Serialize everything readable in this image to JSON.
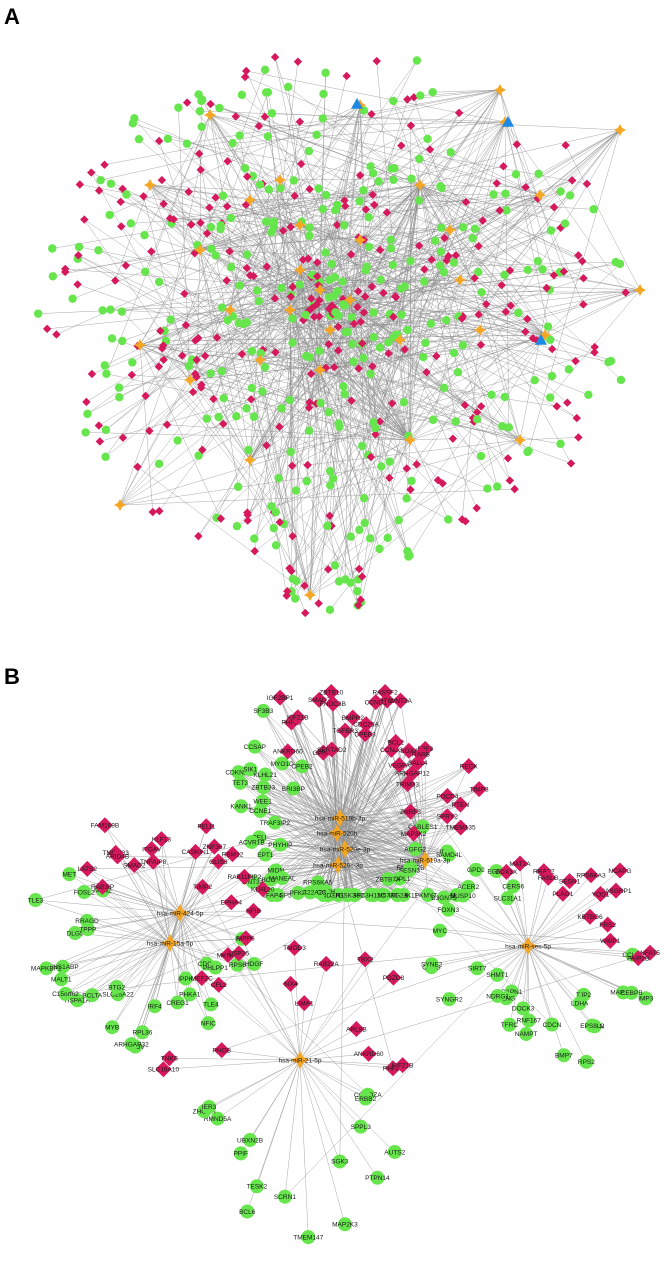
{
  "figure": {
    "panels": [
      {
        "letter": "A"
      },
      {
        "letter": "B"
      }
    ]
  },
  "colors": {
    "mirna": "#f5a623",
    "mirna_highlight": "#1e88e5",
    "gene_circle": "#66e64c",
    "gene_diamond": "#d6195c",
    "edge": "#8c8c8c"
  },
  "panel_b": {
    "hubs": [
      {
        "label": "hsa-miR-519b-3p"
      },
      {
        "label": "hsa-miR-520b"
      },
      {
        "label": "hsa-miR-520e-3p"
      },
      {
        "label": "hsa-miR-520c-3p"
      },
      {
        "label": "hsa-miR-519a-3p"
      },
      {
        "label": "hsa-miR-424-5p"
      },
      {
        "label": "hsa-miR-15a-5p"
      },
      {
        "label": "hsa-miR-ses-5p"
      },
      {
        "label": "hsa-miR-21-5p"
      }
    ],
    "circle_genes": [
      "IER3",
      "CABLES1",
      "SAMD4L",
      "ACER2",
      "AGFG2",
      "FAM117B",
      "FAM102A",
      "SESN3",
      "SGPL1",
      "MAP3K11",
      "FOXC1",
      "PKMYT1",
      "ZBTB7A",
      "ATG2A",
      "MXI1",
      "C16orf70",
      "FAM57A",
      "ZC3H12C",
      "NEK8",
      "DUSP2",
      "PARD3",
      "RNF186",
      "GSK3",
      "KREMEN1",
      "F3",
      "ANKH",
      "KCND3",
      "MCC",
      "RPS6KA5",
      "SLC3SP5",
      "SLC22A23",
      "PFKP",
      "TFAP4",
      "MIDN",
      "BCOR",
      "MANEAL",
      "EPT1",
      "WNT3A",
      "RELI",
      "PHYHIP",
      "ACVR1B",
      "TRAF3IP2",
      "KANK1",
      "CCNE1",
      "WEE1",
      "TET3",
      "CDKN1A",
      "SIK1",
      "ZBTB33",
      "KLHL21",
      "BRI3BP",
      "MYO1D",
      "CCSAP",
      "SF3B3",
      "CPEB2",
      "REL",
      "HDGF",
      "RPS6",
      "CDC6",
      "PHLPP1",
      "TLE4",
      "IPPK",
      "PHKA1",
      "NFIC",
      "CREG1",
      "IRF4",
      "RPL36",
      "RHOV",
      "ARHGAP32",
      "SLC25A22",
      "MYB",
      "BTG2",
      "HSPA1A",
      "BCLTA",
      "C15orf62",
      "MALT1",
      "IVNS1ABP",
      "MAPKBP1",
      "DLG5",
      "RRAGD",
      "TPPP",
      "TLE3",
      "FOSL2",
      "MET",
      "MFN2",
      "CCL22",
      "IMP3",
      "MAP3K9",
      "CEBPB",
      "TJP2",
      "MYCN",
      "EPS8L2",
      "LDHA",
      "RPS2",
      "CDCN",
      "BMP7",
      "NAMPT",
      "RNF167",
      "TFRC",
      "DOCK3",
      "CAPN1",
      "PLNG",
      "NDRG1",
      "SHMT1",
      "SYNGR2",
      "SIRT7",
      "CAPG",
      "SYNE2",
      "MYC",
      "FOXN3",
      "B3GNT5",
      "DUSP10",
      "GPD2",
      "SLC31A1",
      "EGFR",
      "CERS6",
      "COROZA",
      "ERBB2",
      "SPPL3",
      "AUTS2",
      "PTPN14",
      "SGK3",
      "MAP2K3",
      "TMEM147",
      "SCRN1",
      "BCL6",
      "TESK2",
      "PPIF",
      "UBXN2B",
      "RMND5A",
      "ZHGDH"
    ],
    "diamond_genes": [
      "ANKRD60",
      "PHF20",
      "KIF21B",
      "IGF2BP1",
      "SMAD7",
      "GPR49",
      "ZBTB10",
      "SERTAD2",
      "FNDC3B",
      "TGFBR3",
      "BMPR2",
      "CPEB3",
      "RASSF2",
      "NOTCH2",
      "CDC25A",
      "CCND1",
      "CCND3",
      "WNT3A",
      "BCL2",
      "VEGFA",
      "E2F3",
      "SOX4",
      "ARHGAP12",
      "SALL4",
      "RARB",
      "TRIM33",
      "RECK",
      "PDCD4",
      "PTEN",
      "TIMP3",
      "SPRY2",
      "ZNRF3",
      "TMEM135",
      "MAP3K2",
      "RAB3IP",
      "LATS2",
      "TMEM33",
      "FAM169B",
      "ARID4B",
      "SMAD2",
      "TNFAIP8",
      "ITGAV",
      "KLF13",
      "PELI1",
      "CASKIN1",
      "ZNF367",
      "RBM12",
      "GLIS3",
      "TIMP2",
      "RAB11FIP2",
      "KLHL20",
      "EPHA4",
      "NFIB",
      "MPP6",
      "DDX3X",
      "MAT2A",
      "RRAS2",
      "FASLG",
      "PLAG1",
      "SESN1",
      "RPS6KA3",
      "NCAPG",
      "RASGRP1",
      "YOD1",
      "KBTBD6",
      "FRS2",
      "WWP1",
      "NFAT5",
      "PAIP2B",
      "SLC16A10",
      "TNKS",
      "RHOB",
      "MEF2C",
      "CFL2",
      "MKNK2",
      "USP25",
      "SIX4",
      "TMOD3",
      "LIMA1",
      "RAB22A",
      "TBX2",
      "PDZD8",
      "ARL8B"
    ]
  }
}
